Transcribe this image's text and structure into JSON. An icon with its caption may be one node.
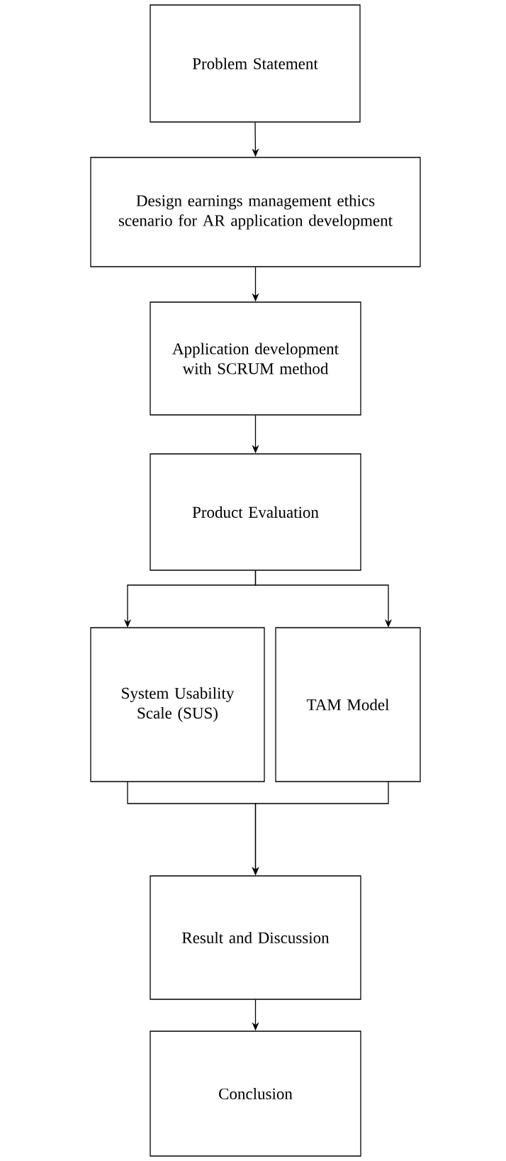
{
  "diagram": {
    "nodes": [
      {
        "text": [
          "Problem Statement"
        ]
      },
      {
        "text": [
          "Design earnings management ethics scenario for AR application development"
        ]
      },
      {
        "text": [
          "Application development with SCRUM method"
        ]
      },
      {
        "text": [
          "Product Evaluation"
        ]
      },
      {
        "text": [
          "System Usability Scale (SUS)"
        ]
      },
      {
        "text": [
          "TAM Model"
        ]
      },
      {
        "text": [
          "Result and Discussion"
        ]
      },
      {
        "text": [
          "Conclusion"
        ]
      }
    ],
    "edges": [
      {
        "from": 0,
        "to": 1,
        "arrow": "to"
      },
      {
        "from": 1,
        "to": 2,
        "arrow": "to"
      },
      {
        "from": 2,
        "to": 3,
        "arrow": "to"
      },
      {
        "from": 3,
        "to": 4,
        "arrow": "to"
      },
      {
        "from": 3,
        "to": 5,
        "arrow": "to"
      },
      {
        "from": 4,
        "to": 6,
        "arrow": "to"
      },
      {
        "from": 5,
        "to": 6,
        "arrow": "to"
      },
      {
        "from": 6,
        "to": 7,
        "arrow": "to"
      }
    ]
  }
}
